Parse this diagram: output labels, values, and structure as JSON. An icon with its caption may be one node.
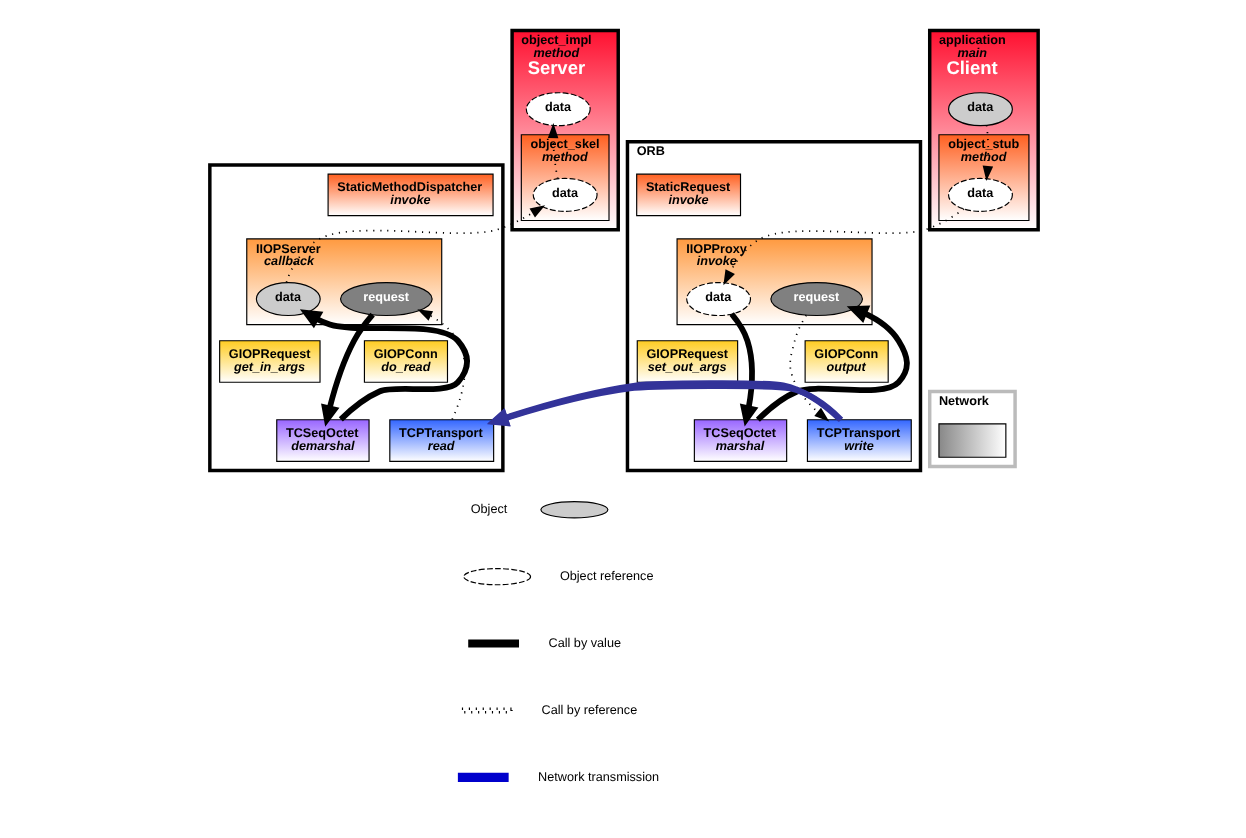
{
  "diagram": {
    "nodes": [
      {
        "text": [
          "application",
          "main",
          "Client"
        ]
      },
      {
        "text": [
          "object_stub",
          "method"
        ],
        "in": 0
      },
      {
        "text": [
          "data"
        ],
        "in": 0
      },
      {
        "text": [
          "data"
        ],
        "in": 1
      },
      {
        "text": [
          "ORB"
        ]
      },
      {
        "text": [
          "StaticRequest",
          "invoke"
        ],
        "in": 4
      },
      {
        "text": [
          "IIOPProxy",
          "invoke"
        ],
        "in": 4
      },
      {
        "text": [
          "data"
        ],
        "in": 6
      },
      {
        "text": [
          "request"
        ],
        "in": 6
      },
      {
        "text": [
          "GIOPRequest",
          "set_out_args"
        ],
        "in": 4
      },
      {
        "text": [
          "GIOPConn",
          "output"
        ],
        "in": 4
      },
      {
        "text": [
          "TCSeqOctet",
          "marshal"
        ],
        "in": 4
      },
      {
        "text": [
          "TCPTransport",
          "write"
        ],
        "in": 4
      },
      {
        "text": [
          "Network"
        ]
      },
      {
        "text": [],
        "shape": "box",
        "in": 13
      },
      {
        "text": [
          "object_impl",
          "method",
          "Server"
        ]
      },
      {
        "text": [
          "data"
        ],
        "in": 15
      },
      {
        "text": [
          "object_skel",
          "method"
        ],
        "in": 15
      },
      {
        "text": [
          "data"
        ],
        "in": 17
      },
      {
        "text": [],
        "shape": "box"
      },
      {
        "text": [
          "StaticMethodDispatcher",
          "invoke"
        ],
        "in": 19
      },
      {
        "text": [
          "IIOPServer",
          "callback"
        ],
        "in": 19
      },
      {
        "text": [
          "request"
        ],
        "in": 21
      },
      {
        "text": [
          "data"
        ],
        "in": 21
      },
      {
        "text": [
          "GIOPConn",
          "do_read"
        ],
        "in": 19
      },
      {
        "text": [
          "GIOPRequest",
          "get_in_args"
        ],
        "in": 19
      },
      {
        "text": [
          "TCPTransport",
          "read"
        ],
        "in": 19
      },
      {
        "text": [
          "TCSeqOctet",
          "demarshal"
        ],
        "in": 19
      }
    ],
    "edges": [
      {
        "from": 2,
        "to": 3,
        "arrow": "to",
        "style": "dashed"
      },
      {
        "from": 3,
        "to": 7,
        "arrow": "to",
        "style": "dashed"
      },
      {
        "from": 7,
        "to": 11,
        "arrow": "to",
        "style": "thick"
      },
      {
        "from": 11,
        "to": 8,
        "arrow": "to",
        "style": "thick"
      },
      {
        "from": 8,
        "to": 12,
        "arrow": "to",
        "style": "dashed"
      },
      {
        "from": 12,
        "to": 26,
        "arrow": "to",
        "style": "thick",
        "color": "#333399"
      },
      {
        "from": 26,
        "to": 22,
        "arrow": "to",
        "style": "dashed"
      },
      {
        "from": 22,
        "to": 27,
        "arrow": "to",
        "style": "thick"
      },
      {
        "from": 27,
        "to": 23,
        "arrow": "to",
        "style": "thick"
      },
      {
        "from": 23,
        "to": 18,
        "arrow": "to",
        "style": "dashed"
      },
      {
        "from": 18,
        "to": 16,
        "arrow": "to",
        "style": "dashed"
      }
    ],
    "legend": [
      {
        "text": "Object"
      },
      {
        "text": "Object reference"
      },
      {
        "text": "Call by value"
      },
      {
        "text": "Call by reference"
      },
      {
        "text": "Network transmission"
      }
    ]
  }
}
